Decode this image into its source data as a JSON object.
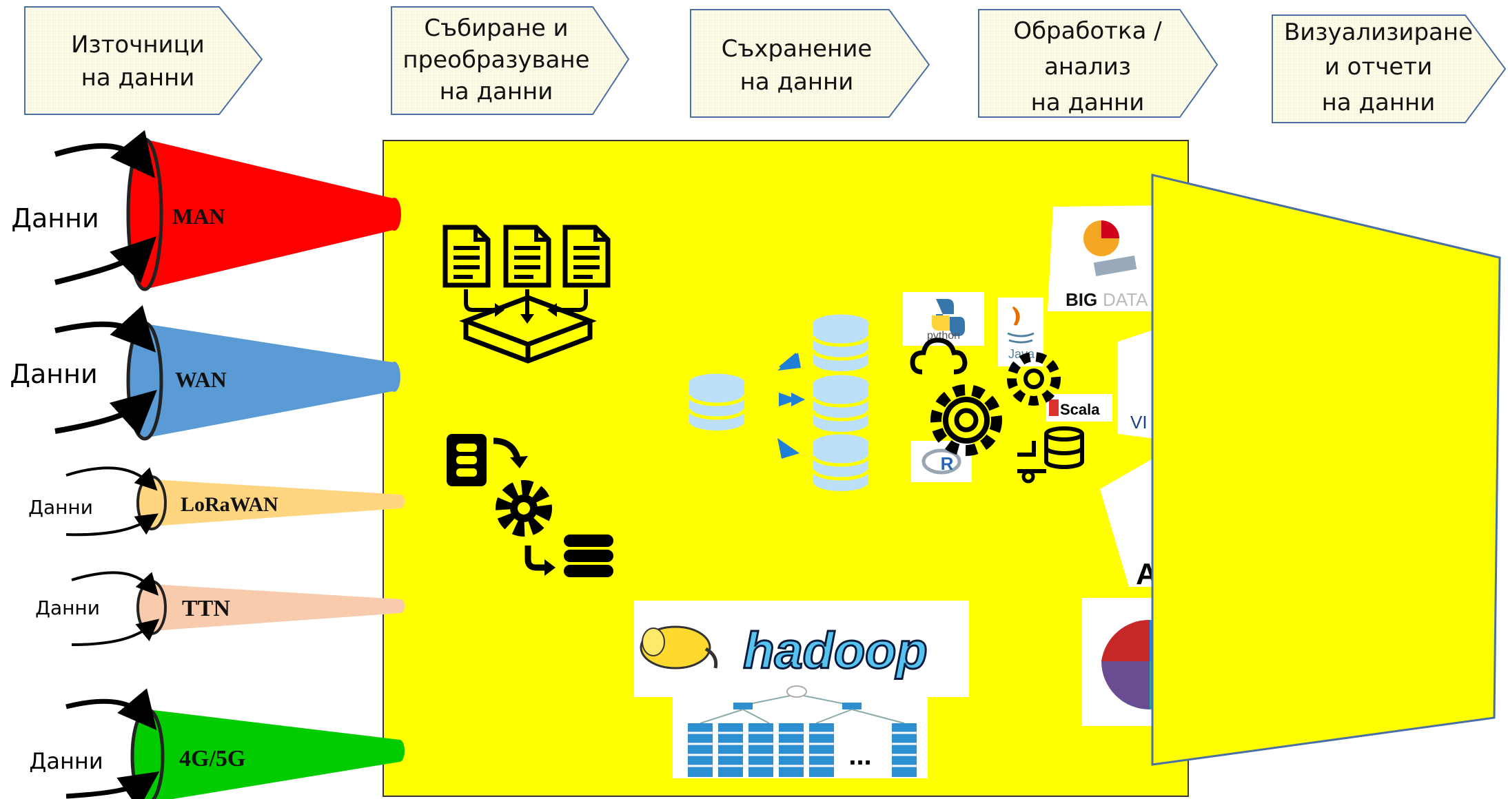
{
  "stages": [
    {
      "label_l1": "Източници",
      "label_l2": "на данни",
      "label_l3": ""
    },
    {
      "label_l1": "Събиране и",
      "label_l2": "преобразуване",
      "label_l3": "на данни"
    },
    {
      "label_l1": "Съхранение",
      "label_l2": "на данни",
      "label_l3": ""
    },
    {
      "label_l1": "Обработка /",
      "label_l2": "анализ",
      "label_l3": "на данни"
    },
    {
      "label_l1": "Визуализиране",
      "label_l2": "и отчети",
      "label_l3": "на данни"
    }
  ],
  "sources": [
    {
      "data_label": "Данни",
      "network": "MAN",
      "color": "#ff0000"
    },
    {
      "data_label": "Данни",
      "network": "WAN",
      "color": "#5b9bd5"
    },
    {
      "data_label": "Данни",
      "network": "LoRaWAN",
      "color": "#ffd580"
    },
    {
      "data_label": "Данни",
      "network": "TTN",
      "color": "#f8cbad"
    },
    {
      "data_label": "Данни",
      "network": "4G/5G",
      "color": "#00cc00"
    }
  ],
  "logos": {
    "python": "python",
    "java": "Java",
    "scala": "Scala",
    "r": "R",
    "hadoop": "hadoop",
    "bigdata_big": "BIG",
    "bigdata_data": "DATA",
    "partial_v": "VI",
    "partial_a": "A",
    "ellipsis": "..."
  },
  "colors": {
    "panel": "#ffff00",
    "stage_box": "#fdfbe6",
    "stage_border": "#4a6fa5",
    "db_fill": "#bde0fa",
    "arrow_blue": "#1f7fd6"
  }
}
